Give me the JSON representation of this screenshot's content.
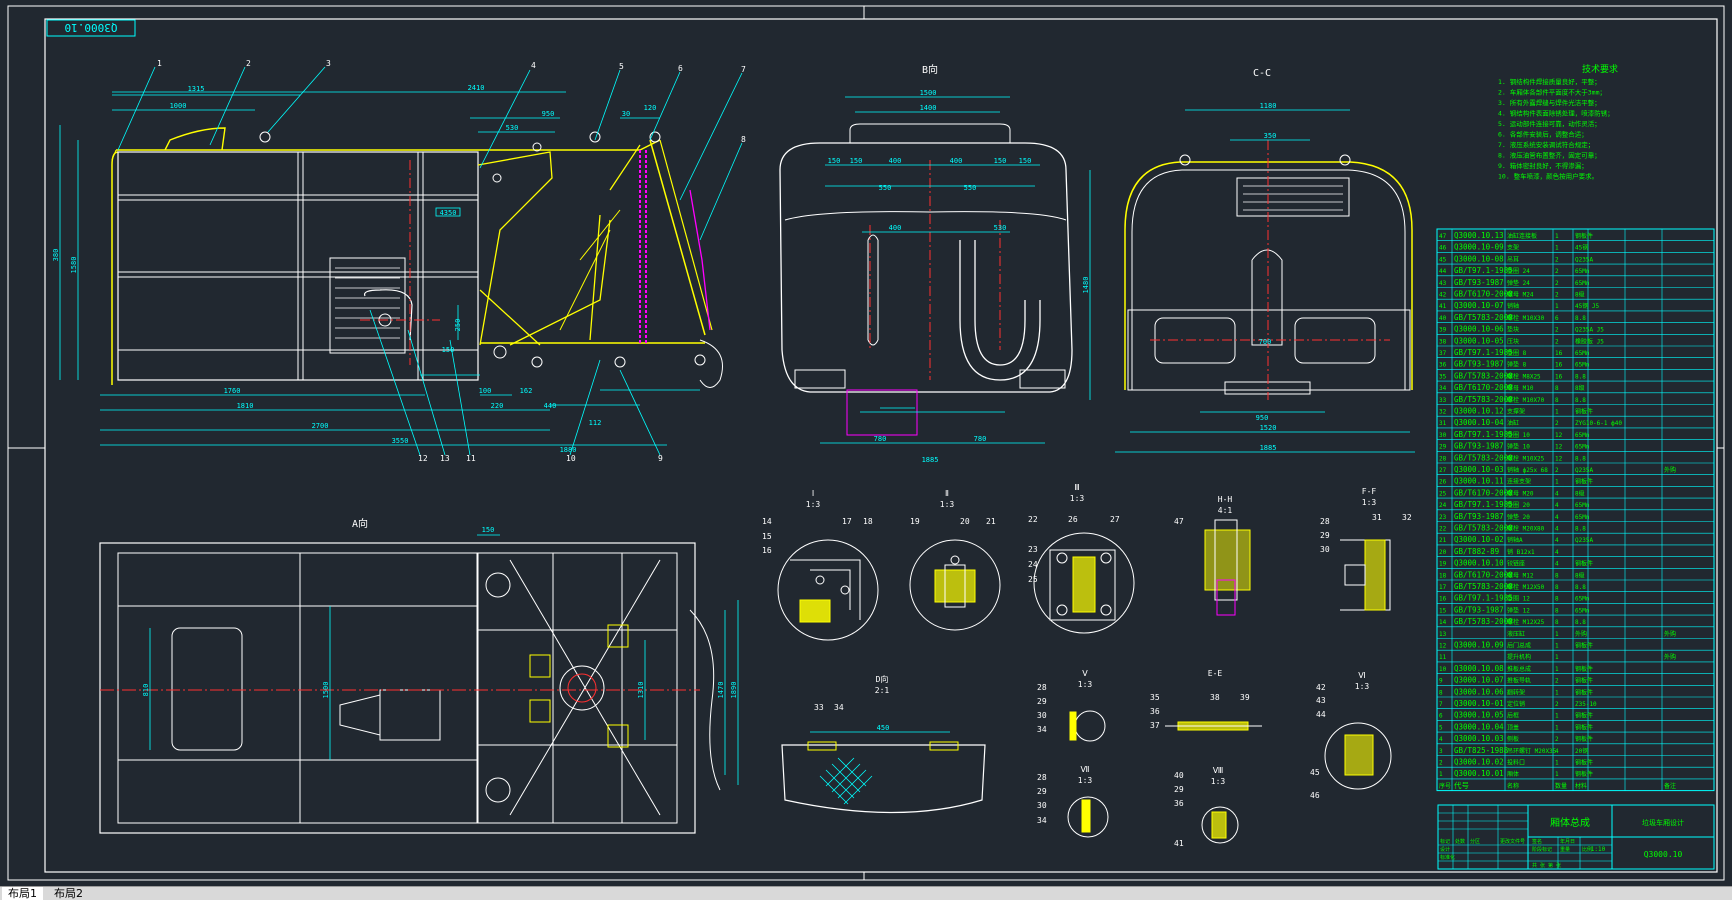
{
  "drawing": {
    "code_box": "Q3000.10",
    "view_labels": {
      "b_view": "B向",
      "c_section": "C-C",
      "a_view": "A向",
      "d_view": "D向",
      "d_view_scale": "2:1",
      "detail_i": "Ⅰ",
      "detail_ii": "Ⅱ",
      "detail_iii": "Ⅲ",
      "section_hh": "H-H",
      "section_ff": "F-F",
      "section_ee": "E-E",
      "detail_v": "Ⅴ",
      "detail_vi": "Ⅵ",
      "detail_vii": "Ⅶ",
      "detail_viii": "Ⅷ",
      "scale_13": "1:3",
      "scale_41": "4:1"
    },
    "tech_title": "技术要求",
    "tech_notes": [
      "1. 钢结构件焊接质量良好，平整；",
      "2. 车厢体各部件平面度不大于3mm；",
      "3. 所有外露焊缝与焊件光洁平整；",
      "4. 钢结构件表面除锈处理，喷漆防锈；",
      "5. 运动部件连接可靠，动作灵活；",
      "6. 各部件安装后，调整合适；",
      "7. 液压系统安装调试符合规定；",
      "8. 液压油管布置整齐，固定可靠；",
      "9. 箱体密封良好，不得渗漏；",
      "10. 整车喷漆，颜色按用户要求。"
    ],
    "callouts": {
      "side_top": [
        "1",
        "2",
        "3",
        "4",
        "5",
        "6",
        "7",
        "8"
      ],
      "side_bottom": [
        "12",
        "13",
        "11",
        "10",
        "9"
      ],
      "detail_i": [
        "14",
        "15",
        "16",
        "17",
        "18"
      ],
      "detail_ii": [
        "19",
        "20",
        "21"
      ],
      "detail_iii": [
        "22",
        "26",
        "27",
        "23",
        "24",
        "25"
      ],
      "detail_hh": [
        "47"
      ],
      "detail_ff": [
        "28",
        "31",
        "32",
        "29",
        "30"
      ],
      "detail_d": [
        "33",
        "34"
      ],
      "detail_v": [
        "28",
        "29",
        "30",
        "34"
      ],
      "detail_ee": [
        "35",
        "36",
        "37",
        "38",
        "39"
      ],
      "detail_vi": [
        "42",
        "43",
        "44",
        "45",
        "46"
      ],
      "detail_vii": [
        "28",
        "29",
        "30",
        "34"
      ],
      "detail_viii": [
        "40",
        "29",
        "36",
        "41"
      ]
    },
    "dimensions": {
      "side": [
        "1315",
        "1000",
        "2410",
        "950",
        "530",
        "30",
        "120",
        "380",
        "1580",
        "1760",
        "1810",
        "2700",
        "3550",
        "100",
        "220",
        "440",
        "112",
        "162",
        "1880",
        "250",
        "150",
        "4350"
      ],
      "b_view": [
        "1500",
        "1400",
        "150",
        "150",
        "400",
        "400",
        "150",
        "550",
        "550",
        "400",
        "530",
        "150",
        "780",
        "780",
        "1885"
      ],
      "c_section": [
        "1180",
        "350",
        "1480",
        "700",
        "950",
        "1520",
        "1885"
      ],
      "a_view": [
        "150",
        "810",
        "1500",
        "1310",
        "1470",
        "1890"
      ],
      "d_view": [
        "450"
      ]
    }
  },
  "bom": {
    "rows": [
      [
        "47",
        "Q3000.10.13",
        "油缸连接板",
        "1",
        "钢板件",
        ""
      ],
      [
        "46",
        "Q3000.10-09",
        "支架",
        "1",
        "45钢",
        ""
      ],
      [
        "45",
        "Q3000.10-08",
        "吊耳",
        "2",
        "Q235A",
        ""
      ],
      [
        "44",
        "GB/T97.1-1985",
        "垫圈 24",
        "2",
        "65Mn",
        ""
      ],
      [
        "43",
        "GB/T93-1987",
        "弹垫 24",
        "2",
        "65Mn",
        ""
      ],
      [
        "42",
        "GB/T6170-2000",
        "螺母 M24",
        "2",
        "8级",
        ""
      ],
      [
        "41",
        "Q3000.10-07",
        "销轴",
        "1",
        "45钢 J5",
        ""
      ],
      [
        "40",
        "GB/T5783-2000",
        "螺栓 M10X30",
        "6",
        "8.8",
        ""
      ],
      [
        "39",
        "Q3000.10-06",
        "垫块",
        "2",
        "Q235A J5",
        ""
      ],
      [
        "38",
        "Q3000.10-05",
        "压块",
        "2",
        "橡胶板 J5",
        ""
      ],
      [
        "37",
        "GB/T97.1-1985",
        "垫圈 8",
        "16",
        "65Mn",
        ""
      ],
      [
        "36",
        "GB/T93-1987",
        "弹垫 8",
        "16",
        "65Mn",
        ""
      ],
      [
        "35",
        "GB/T5783-2000",
        "螺栓 M8X25",
        "16",
        "8.8",
        ""
      ],
      [
        "34",
        "GB/T6170-2000",
        "螺母 M10",
        "8",
        "8级",
        ""
      ],
      [
        "33",
        "GB/T5783-2000",
        "螺栓 M10X70",
        "8",
        "8.8",
        ""
      ],
      [
        "32",
        "Q3000.10.12",
        "支撑架",
        "1",
        "钢板件",
        ""
      ],
      [
        "31",
        "Q3000.10-04",
        "油缸",
        "2",
        "ZYG10-6-1 ф40",
        ""
      ],
      [
        "30",
        "GB/T97.1-1985",
        "垫圈 10",
        "12",
        "65Mn",
        ""
      ],
      [
        "29",
        "GB/T93-1987",
        "弹垫 10",
        "12",
        "65Mn",
        ""
      ],
      [
        "28",
        "GB/T5783-2000",
        "螺栓 M10X25",
        "12",
        "8.8",
        ""
      ],
      [
        "27",
        "Q3000.10-03",
        "销轴 ф25x 68",
        "2",
        "Q235A",
        "外购"
      ],
      [
        "26",
        "Q3000.10.11",
        "连接支架",
        "1",
        "钢板件",
        ""
      ],
      [
        "25",
        "GB/T6170-2000",
        "螺母 M20",
        "4",
        "8级",
        ""
      ],
      [
        "24",
        "GB/T97.1-1985",
        "垫圈 20",
        "4",
        "65Mn",
        ""
      ],
      [
        "23",
        "GB/T93-1987",
        "弹垫 20",
        "4",
        "65Mn",
        ""
      ],
      [
        "22",
        "GB/T5783-2000",
        "螺栓 M20X80",
        "4",
        "8.8",
        ""
      ],
      [
        "21",
        "Q3000.10-02",
        "销轴A",
        "4",
        "Q235A",
        ""
      ],
      [
        "20",
        "GB/T882-89",
        "销 B12x1",
        "4",
        "",
        ""
      ],
      [
        "19",
        "Q3000.10.10",
        "铰链座",
        "4",
        "钢板件",
        ""
      ],
      [
        "18",
        "GB/T6170-2000",
        "螺母 M12",
        "8",
        "8级",
        ""
      ],
      [
        "17",
        "GB/T5783-2000",
        "螺栓 M12X50",
        "8",
        "8.8",
        ""
      ],
      [
        "16",
        "GB/T97.1-1985",
        "垫圈 12",
        "8",
        "65Mn",
        ""
      ],
      [
        "15",
        "GB/T93-1987",
        "弹垫 12",
        "8",
        "65Mn",
        ""
      ],
      [
        "14",
        "GB/T5783-2000",
        "螺栓 M12X25",
        "8",
        "8.8",
        ""
      ],
      [
        "13",
        "",
        "液压缸",
        "1",
        "外购",
        "外购"
      ],
      [
        "12",
        "Q3000.10.09",
        "后门总成",
        "1",
        "钢板件",
        ""
      ],
      [
        "11",
        "",
        "提升机构",
        "1",
        "",
        "外购"
      ],
      [
        "10",
        "Q3000.10.08",
        "推板总成",
        "1",
        "钢板件",
        ""
      ],
      [
        "9",
        "Q3000.10.07",
        "推板导轨",
        "2",
        "钢板件",
        ""
      ],
      [
        "8",
        "Q3000.10.06",
        "翻转架",
        "1",
        "钢板件",
        ""
      ],
      [
        "7",
        "Q3000.10-01",
        "定位销",
        "2",
        "Z35-10",
        ""
      ],
      [
        "6",
        "Q3000.10.05",
        "后框",
        "1",
        "钢板件",
        ""
      ],
      [
        "5",
        "Q3000.10.04",
        "顶盖",
        "1",
        "钢板件",
        ""
      ],
      [
        "4",
        "Q3000.10.03",
        "侧板",
        "2",
        "钢板件",
        ""
      ],
      [
        "3",
        "GB/T825-1988",
        "吊环螺钉 M20X35",
        "4",
        "20钢",
        ""
      ],
      [
        "2",
        "Q3000.10.02",
        "投料口",
        "1",
        "钢板件",
        ""
      ],
      [
        "1",
        "Q3000.10.01",
        "厢体",
        "1",
        "钢板件",
        ""
      ]
    ],
    "header": [
      "序号",
      "代号",
      "名称",
      "数量",
      "材料",
      "备注"
    ]
  },
  "title_block": {
    "name": "厢体总成",
    "company": "垃圾车厢设计",
    "drawing_no": "Q3000.10",
    "labels": [
      "标记",
      "处数",
      "分区",
      "更改文件号",
      "签名",
      "年月日"
    ],
    "labels2": [
      "设计",
      "标准化",
      "阶段标记",
      "重量",
      "比例"
    ],
    "scale": "1:10",
    "sheet": "共 张 第 张"
  },
  "tabs": [
    {
      "label": "布局1"
    },
    {
      "label": "布局2"
    }
  ],
  "colors": {
    "background": "#212830",
    "frame": "#ffffff",
    "dimension": "#00ffff",
    "part": "#ffff00",
    "center": "#ff3030",
    "bom_text": "#00ff00",
    "magenta": "#ff00ff"
  }
}
